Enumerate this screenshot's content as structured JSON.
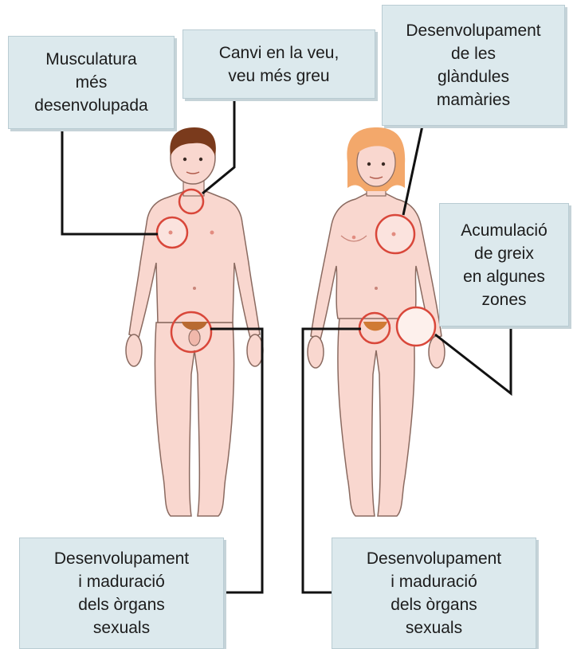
{
  "labels": {
    "muscle": [
      "Musculatura",
      "més",
      "desenvolupada"
    ],
    "voice": [
      "Canvi en la veu,",
      "veu més greu"
    ],
    "breast": [
      "Desenvolupament",
      "de les",
      "glàndules",
      "mamàries"
    ],
    "fat": [
      "Acumulació",
      "de greix",
      "en algunes",
      "zones"
    ],
    "organs_male": [
      "Desenvolupament",
      "i maduració",
      "dels òrgans",
      "sexuals"
    ],
    "organs_female": [
      "Desenvolupament",
      "i maduració",
      "dels òrgans",
      "sexuals"
    ]
  },
  "colors": {
    "skin": "#f9d7cf",
    "skin_outline": "#8a6a60",
    "highlight_circle": "#d9473a",
    "label_bg": "#dce9ed",
    "male_hair": "#7a3a1c",
    "female_hair": "#f3a86b",
    "leader_line": "#111111"
  }
}
